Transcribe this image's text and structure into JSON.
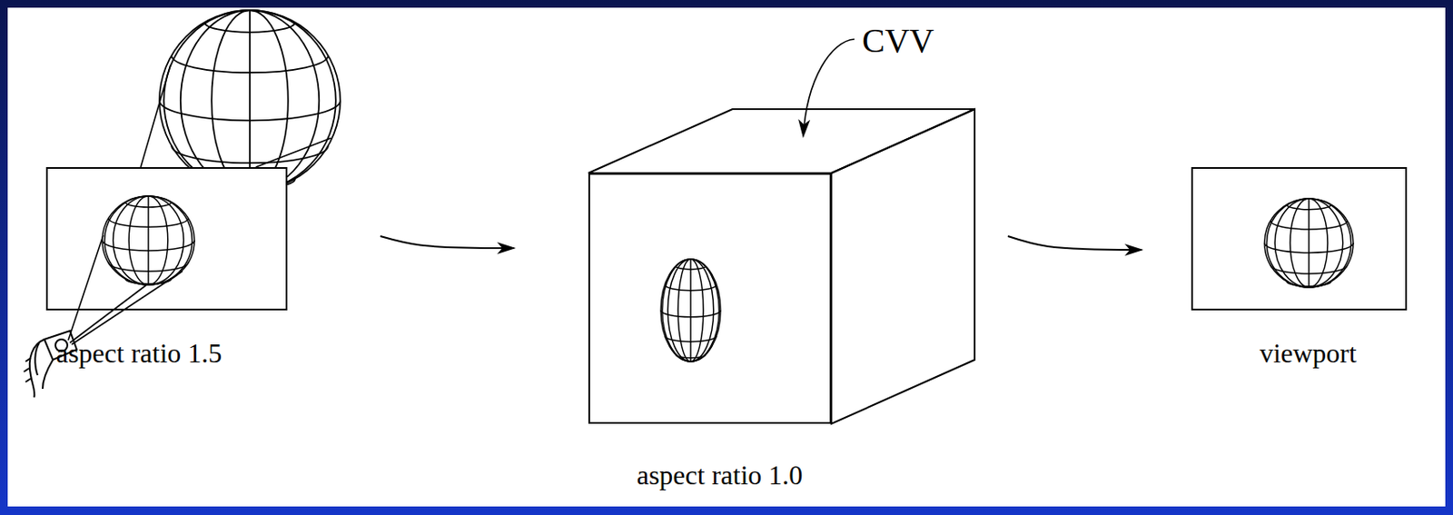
{
  "diagram": {
    "nodes": [
      {
        "text": [
          "aspect ratio 1.5"
        ]
      },
      {
        "text": [
          "aspect ratio 1.0"
        ]
      },
      {
        "text": [
          "viewport"
        ]
      }
    ],
    "edges": [
      {
        "from": 0,
        "to": 1,
        "arrow": "to"
      },
      {
        "from": 1,
        "to": 2,
        "arrow": "to"
      }
    ],
    "labels": [
      "CVV"
    ]
  }
}
